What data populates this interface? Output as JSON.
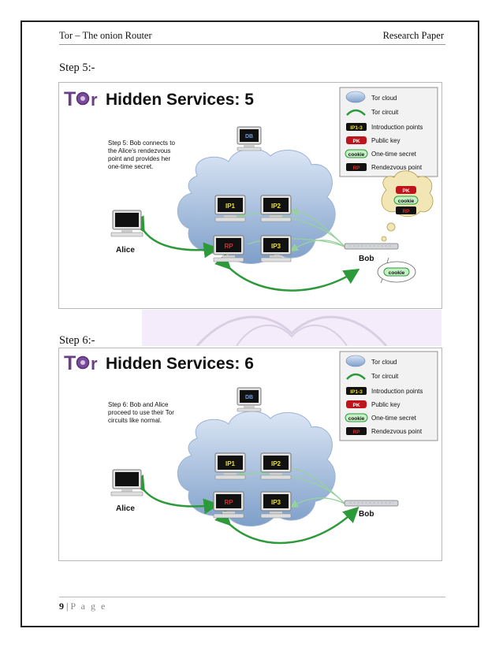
{
  "header": {
    "left": "Tor – The onion Router",
    "right": "Research Paper"
  },
  "steps": [
    {
      "label": "Step 5:-",
      "figure": {
        "title": "Hidden Services: 5",
        "logo_text": "Tor",
        "caption_lines": [
          "Step 5: Bob connects to",
          "the Alice's rendezvous",
          "point and provides her",
          "one-time secret."
        ],
        "nodes": {
          "db": "DB",
          "ip1": "IP1",
          "ip2": "IP2",
          "rp": "RP",
          "ip3": "IP3",
          "alice": "Alice",
          "bob": "Bob"
        },
        "bob_bubble": [
          "PK",
          "cookie",
          "RP"
        ],
        "bob_speech": "cookie"
      }
    },
    {
      "label": "Step 6:-",
      "figure": {
        "title": "Hidden Services: 6",
        "logo_text": "Tor",
        "caption_lines": [
          "Step 6: Bob and Alice",
          "proceed to use their Tor",
          "circuits like normal."
        ],
        "nodes": {
          "db": "DB",
          "ip1": "IP1",
          "ip2": "IP2",
          "rp": "RP",
          "ip3": "IP3",
          "alice": "Alice",
          "bob": "Bob"
        }
      }
    }
  ],
  "legend": [
    {
      "key": "cloud",
      "text": "Tor cloud"
    },
    {
      "key": "circuit",
      "text": "Tor circuit"
    },
    {
      "key": "IP1-3",
      "text": "Introduction points"
    },
    {
      "key": "PK",
      "text": "Public key"
    },
    {
      "key": "cookie",
      "text": "One-time secret"
    },
    {
      "key": "RP",
      "text": "Rendezvous point"
    }
  ],
  "footer": {
    "page_number": "9",
    "separator": "|",
    "page_label": "P a g e"
  },
  "colors": {
    "green": "#2d9a3a",
    "cloud_top": "#dbe6f5",
    "cloud_bottom": "#7e9fc9",
    "red_label": "#c0141c",
    "yellow_label": "#f2e21a",
    "screen": "#111111"
  }
}
